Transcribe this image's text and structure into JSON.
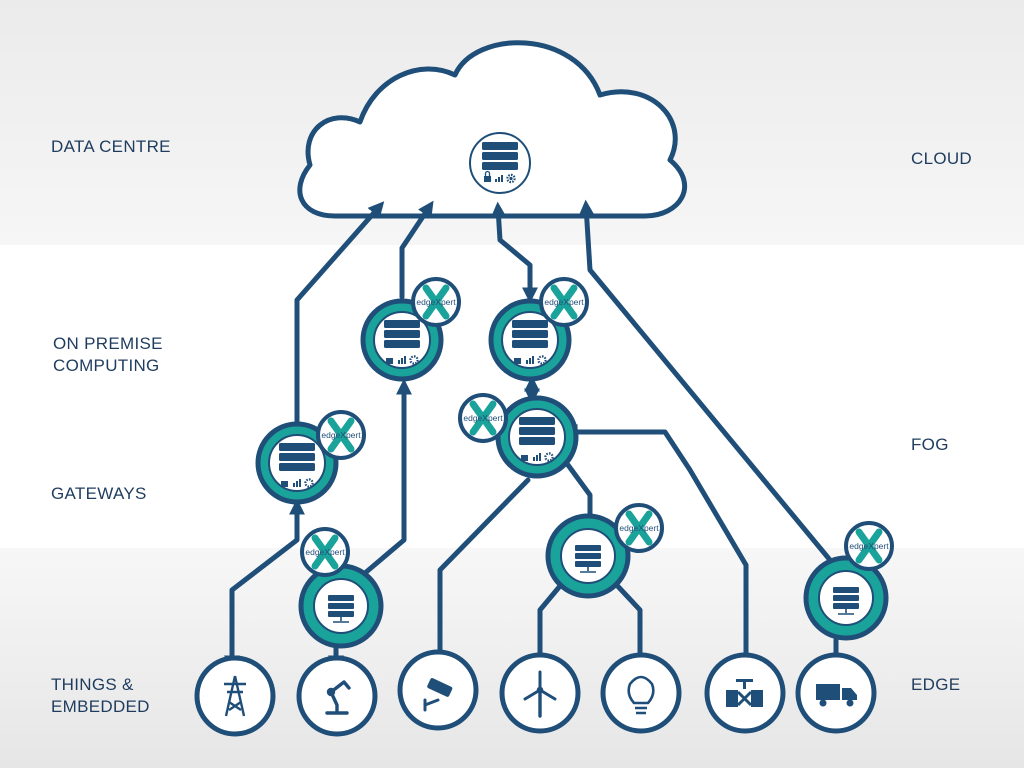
{
  "labels": {
    "data_centre": "DATA CENTRE",
    "on_premise": "ON PREMISE\nCOMPUTING",
    "gateways": "GATEWAYS",
    "things": "THINGS &\nEMBEDDED",
    "cloud": "CLOUD",
    "fog": "FOG",
    "edge": "EDGE"
  },
  "badge_text": "edgeXpert",
  "icons": {
    "server": "server-stack-icon",
    "security": "lock-icon",
    "analytics": "bar-chart-icon",
    "settings": "gear-icon",
    "things": [
      "power-pylon-icon",
      "robot-arm-icon",
      "security-camera-icon",
      "wind-turbine-icon",
      "light-bulb-icon",
      "valve-pipe-icon",
      "delivery-truck-icon"
    ]
  },
  "colors": {
    "navy": "#1f4e79",
    "teal": "#1aa39a",
    "label": "#1f3c5e"
  }
}
